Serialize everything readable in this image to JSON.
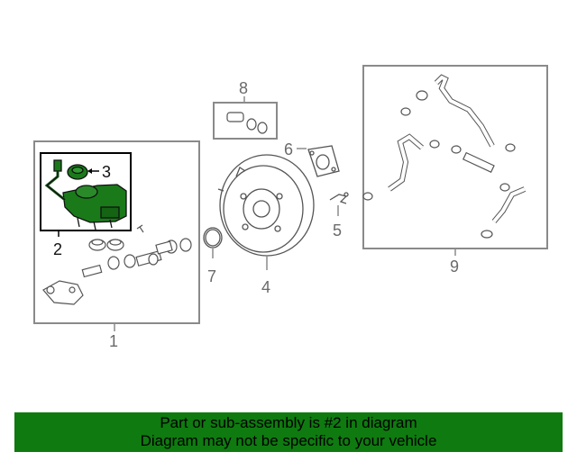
{
  "diagram": {
    "callouts": {
      "c1": "1",
      "c2": "2",
      "c3": "3",
      "c4": "4",
      "c5": "5",
      "c6": "6",
      "c7": "7",
      "c8": "8",
      "c9": "9"
    },
    "highlight_color": "#1a7a1a"
  },
  "banner": {
    "line1": "Part or sub-assembly is #2 in diagram",
    "line2": "Diagram may not be specific to your vehicle",
    "background": "#0f7a10"
  }
}
